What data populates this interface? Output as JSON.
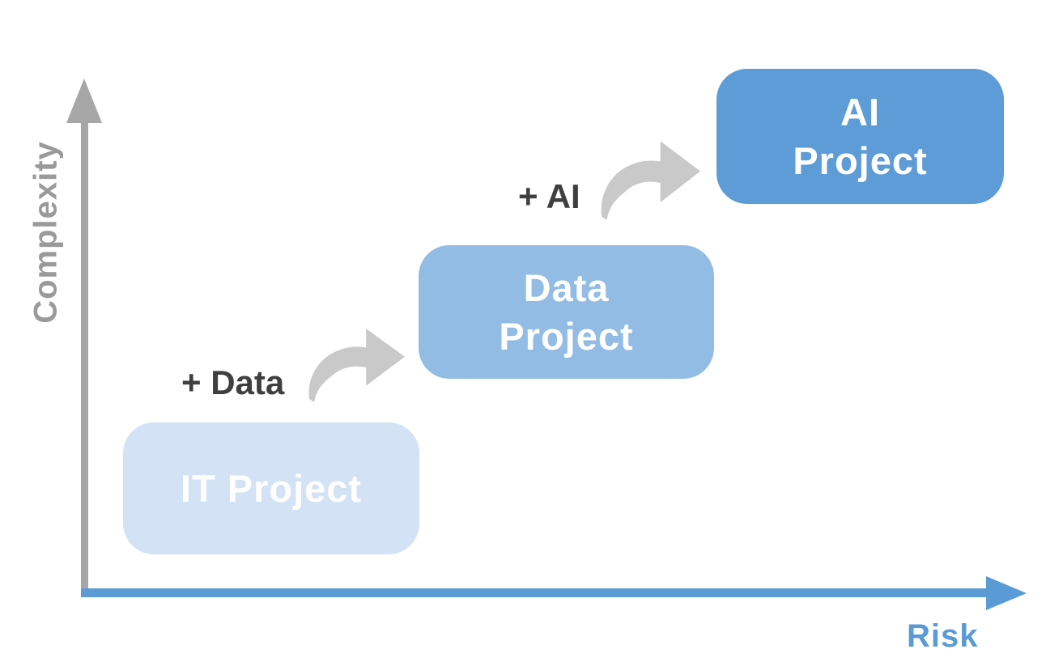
{
  "diagram": {
    "y_axis_label": "Complexity",
    "x_axis_label": "Risk",
    "boxes": [
      {
        "name": "IT Project",
        "lines": [
          "IT Project"
        ],
        "color": "#d3e2f5"
      },
      {
        "name": "Data Project",
        "lines": [
          "Data",
          "Project"
        ],
        "color": "#93bce4"
      },
      {
        "name": "AI Project",
        "lines": [
          "AI",
          "Project"
        ],
        "color": "#5e9cd7"
      }
    ],
    "transitions": [
      {
        "label": "+ Data",
        "from": "IT Project",
        "to": "Data Project"
      },
      {
        "label": "+ AI",
        "from": "Data Project",
        "to": "AI Project"
      }
    ],
    "colors": {
      "axis_blue": "#5b9bd5",
      "axis_gray": "#a7a7a7",
      "complexity_label_gray": "#9a9a9a",
      "transition_text_gray": "#3f3f3f",
      "curved_arrow_gray": "#c9c9c9",
      "box_text_white": "#ffffff"
    }
  }
}
